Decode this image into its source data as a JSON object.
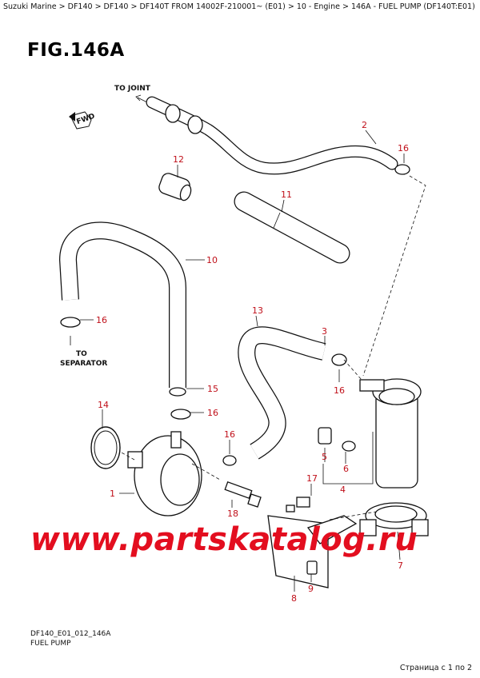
{
  "breadcrumb": "Suzuki Marine > DF140 > DF140 > DF140T FROM 14002F-210001~ (E01) > 10 - Engine > 146A - FUEL PUMP (DF140T:E01)",
  "figure": {
    "title": "FIG.146A"
  },
  "labels": {
    "to_joint": "TO JOINT",
    "fwd": "FWD",
    "to_separator_line1": "TO",
    "to_separator_line2": "SEPARATOR"
  },
  "callouts": {
    "c1": "1",
    "c2": "2",
    "c3": "3",
    "c4": "4",
    "c5": "5",
    "c6": "6",
    "c7": "7",
    "c8": "8",
    "c9": "9",
    "c10": "10",
    "c11": "11",
    "c12": "12",
    "c13": "13",
    "c14": "14",
    "c15": "15",
    "c16a": "16",
    "c16b": "16",
    "c16c": "16",
    "c16d": "16",
    "c16e": "16",
    "c17": "17",
    "c18": "18"
  },
  "watermark": "www.partskatalog.ru",
  "footer": {
    "code": "DF140_E01_012_146A",
    "caption": "FUEL PUMP",
    "page_counter": "Страница с 1 по 2"
  },
  "colors": {
    "callout": "#c0101a",
    "watermark": "#e30e1f",
    "line": "#111111"
  }
}
